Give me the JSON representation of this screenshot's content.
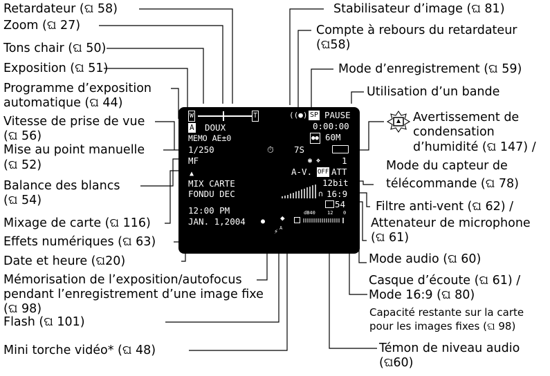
{
  "book": "ଘ",
  "labels": {
    "retardateur": "Retardateur (",
    "retardateur_page": "58)",
    "zoom": "Zoom (",
    "zoom_page": "27)",
    "tons_chair": "Tons chair (",
    "tons_chair_page": "50)",
    "exposition": "Exposition (",
    "exposition_page": "51)",
    "programme_l1": "Programme d’exposition",
    "programme_l2": "automatique (",
    "programme_page": "44)",
    "vitesse_l1": "Vitesse de prise de vue",
    "vitesse_l2": "(",
    "vitesse_page": "56)",
    "mise_au_point_l1": "Mise au point manuelle",
    "mise_au_point_l2": "(",
    "mise_au_point_page": "52)",
    "balance_l1": "Balance des blancs",
    "balance_l2": "(",
    "balance_page": "54)",
    "mixage": "Mixage de carte (",
    "mixage_page": "116)",
    "effets": "Effets numériques (",
    "effets_page": "63)",
    "date": "Date et heure (",
    "date_page": "20)",
    "memorisation_l1": "Mémorisation de l’exposition/autofocus",
    "memorisation_l2": "pendant l’enregistrement d’une image fixe",
    "memorisation_l3": "(",
    "memorisation_page": "98)",
    "flash": "Flash (",
    "flash_page": "101)",
    "torche": "Mini torche vidéo* (",
    "torche_page": "48)",
    "stabilisateur": "Stabilisateur d’image (",
    "stabilisateur_page": "81)",
    "compte_l1": "Compte à rebours du retardateur",
    "compte_l2": "(",
    "compte_page": "58)",
    "mode_enr": "Mode d’enregistrement (",
    "mode_enr_page": "59)",
    "utilisation": "Utilisation d’un bande",
    "avert_l1": "Avertissement de",
    "avert_l2": "condensation",
    "avert_l3": "d’humidité (",
    "avert_page": "147) /",
    "capteur_l1": "Mode du capteur de",
    "capteur_l2": "télécommande (",
    "capteur_page": "78)",
    "filtre_l1": "Filtre anti-vent (",
    "filtre_page": "62) /",
    "filtre_l2": "Attenateur de microphone",
    "filtre_l3": "(",
    "filtre_page2": "61)",
    "audio": "Mode audio (",
    "audio_page": "60)",
    "casque_l1": "Casque d’écoute (",
    "casque_page": "61) /",
    "casque_l2": "Mode 16:9 (",
    "casque_page2": "80)",
    "capacite_l1": "Capacité restante sur la carte",
    "capacite_l2": "pour les images fixes (",
    "capacite_page": "98)",
    "temoin_l1": "Témon de niveau audio",
    "temoin_l2": "(",
    "temoin_page": "60)"
  },
  "screen": {
    "zoom_w": "W",
    "zoom_t": "T",
    "prog_icon": "A",
    "doux": "DOUX",
    "memo": "MEMO AE±0",
    "shutter": "1/250",
    "mf": "MF",
    "mix": "MIX CARTE",
    "fondu": "FONDU DEC",
    "time": "12:00 PM",
    "date": "JAN. 1,2004",
    "sp": "SP",
    "pause": "PAUSE",
    "counter": "0:00:00",
    "remaining": "60M",
    "seven": "7S",
    "one": "1",
    "av": "A-V.",
    "off": "OFF",
    "att": "ATT",
    "bit": "12bit",
    "ratio": "16:9",
    "cards": "54",
    "db": "dB40",
    "lvl12": "12",
    "lvl0": "0"
  },
  "colors": {
    "screen_bg": "#000000",
    "text": "#000000",
    "screen_text": "#ffffff"
  }
}
